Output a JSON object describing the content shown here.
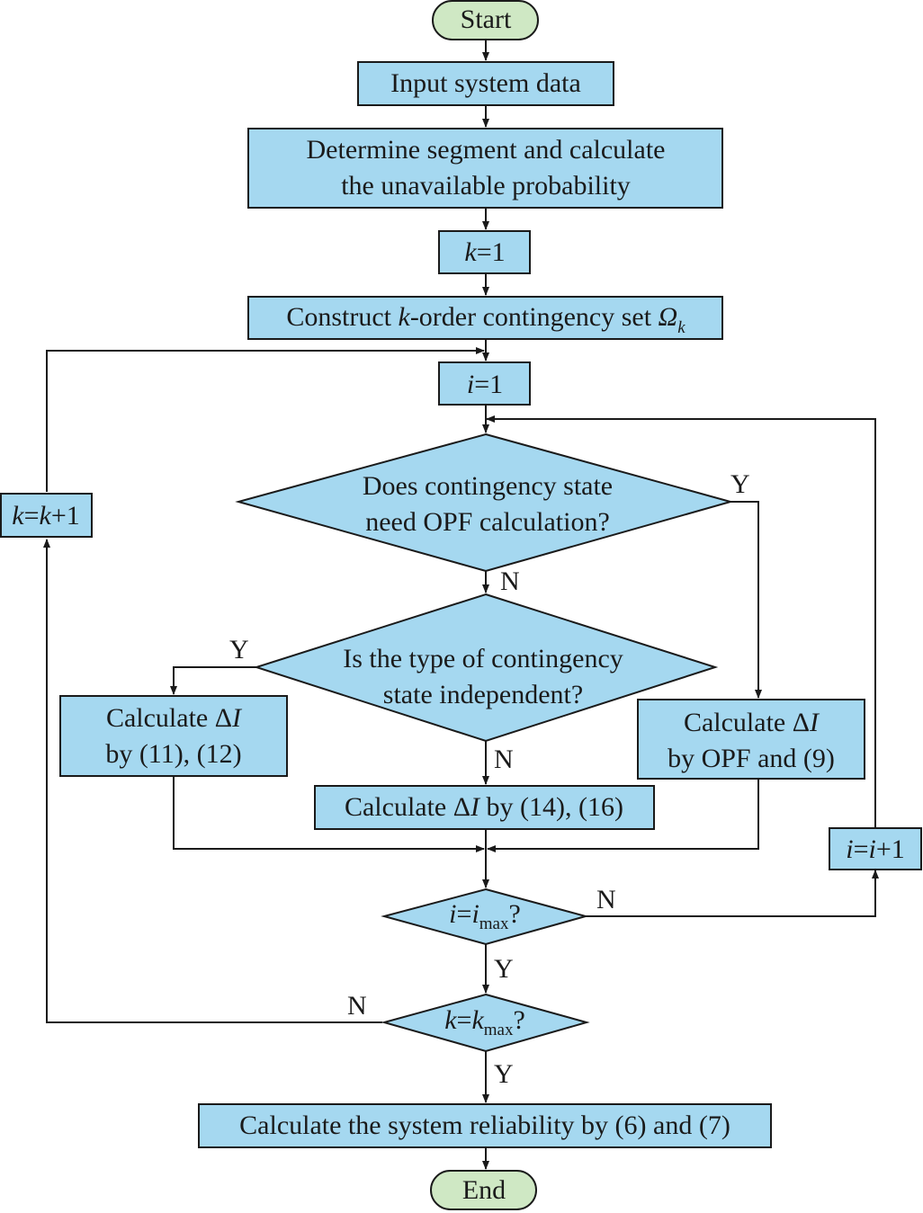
{
  "start": "Start",
  "end": "End",
  "input": "Input system data",
  "segment": [
    "Determine segment and calculate",
    "the unavailable probability"
  ],
  "k_init": {
    "var": "k",
    "rest": "=1"
  },
  "construct": {
    "pre": "Construct ",
    "var": "k",
    "mid": "-order contingency set ",
    "set": "Ω",
    "sub": "k"
  },
  "i_init": {
    "var": "i",
    "rest": "=1"
  },
  "decision_opf": [
    "Does contingency state",
    "need OPF calculation?"
  ],
  "decision_indep": [
    "Is the type of contingency",
    "state independent?"
  ],
  "calc_left": {
    "pre": "Calculate Δ",
    "var": "I",
    "line2": "by (11), (12)"
  },
  "calc_mid": {
    "pre": "Calculate Δ",
    "var": "I",
    "post": " by (14), (16)"
  },
  "calc_right": {
    "pre": "Calculate Δ",
    "var": "I",
    "line2": "by OPF and (9)"
  },
  "i_incr": {
    "v1": "i",
    "eq": "=",
    "v2": "i",
    "rest": "+1"
  },
  "k_incr": {
    "v1": "k",
    "eq": "=",
    "v2": "k",
    "rest": "+1"
  },
  "decision_imax": {
    "v1": "i",
    "eq": "=",
    "v2": "i",
    "sub": "max",
    "q": "?"
  },
  "decision_kmax": {
    "v1": "k",
    "eq": "=",
    "v2": "k",
    "sub": "max",
    "q": "?"
  },
  "reliability": "Calculate the system reliability by (6) and (7)",
  "labels": {
    "yes": "Y",
    "no": "N"
  }
}
